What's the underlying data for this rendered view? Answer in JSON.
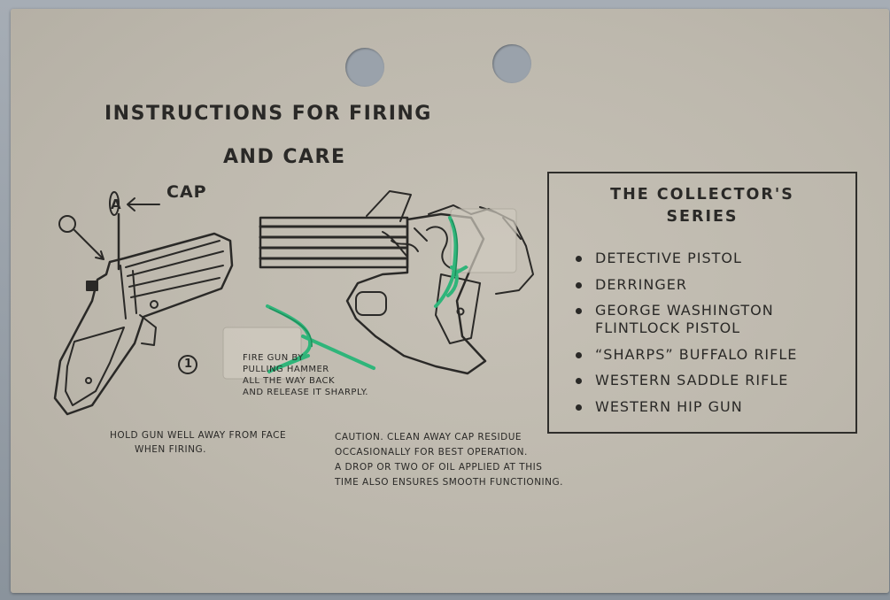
{
  "card": {
    "title_line1": "INSTRUCTIONS FOR FIRING",
    "title_line2": "AND CARE",
    "cap_label": "CAP",
    "marker_a": "A",
    "marker_1": "1",
    "fire_instructions": [
      "FIRE GUN BY",
      "PULLING HAMMER",
      "ALL THE WAY BACK",
      "AND RELEASE IT SHARPLY."
    ],
    "hold_note": [
      "HOLD GUN WELL AWAY FROM FACE",
      "WHEN FIRING."
    ],
    "caution_note": [
      "CAUTION.  CLEAN AWAY CAP RESIDUE",
      "OCCASIONALLY FOR BEST OPERATION.",
      "A DROP OR TWO OF OIL APPLIED AT THIS",
      "TIME ALSO ENSURES SMOOTH FUNCTIONING."
    ]
  },
  "series": {
    "title_line1": "THE COLLECTOR'S",
    "title_line2": "SERIES",
    "items": [
      {
        "line1": "DETECTIVE PISTOL"
      },
      {
        "line1": "DERRINGER"
      },
      {
        "line1": "GEORGE WASHINGTON",
        "line2": "FLINTLOCK PISTOL"
      },
      {
        "line1": "“SHARPS” BUFFALO RIFLE"
      },
      {
        "line1": "WESTERN SADDLE RIFLE"
      },
      {
        "line1": "WESTERN HIP GUN"
      }
    ]
  },
  "colors": {
    "card": "#c2bdb2",
    "ink": "#2a2927",
    "twist_tie": "#2fb57a",
    "background": "#8e97a1"
  },
  "icons": [
    "derringer-cross-section-illustration",
    "hand-holding-derringer-illustration",
    "green-twist-tie-icon"
  ]
}
